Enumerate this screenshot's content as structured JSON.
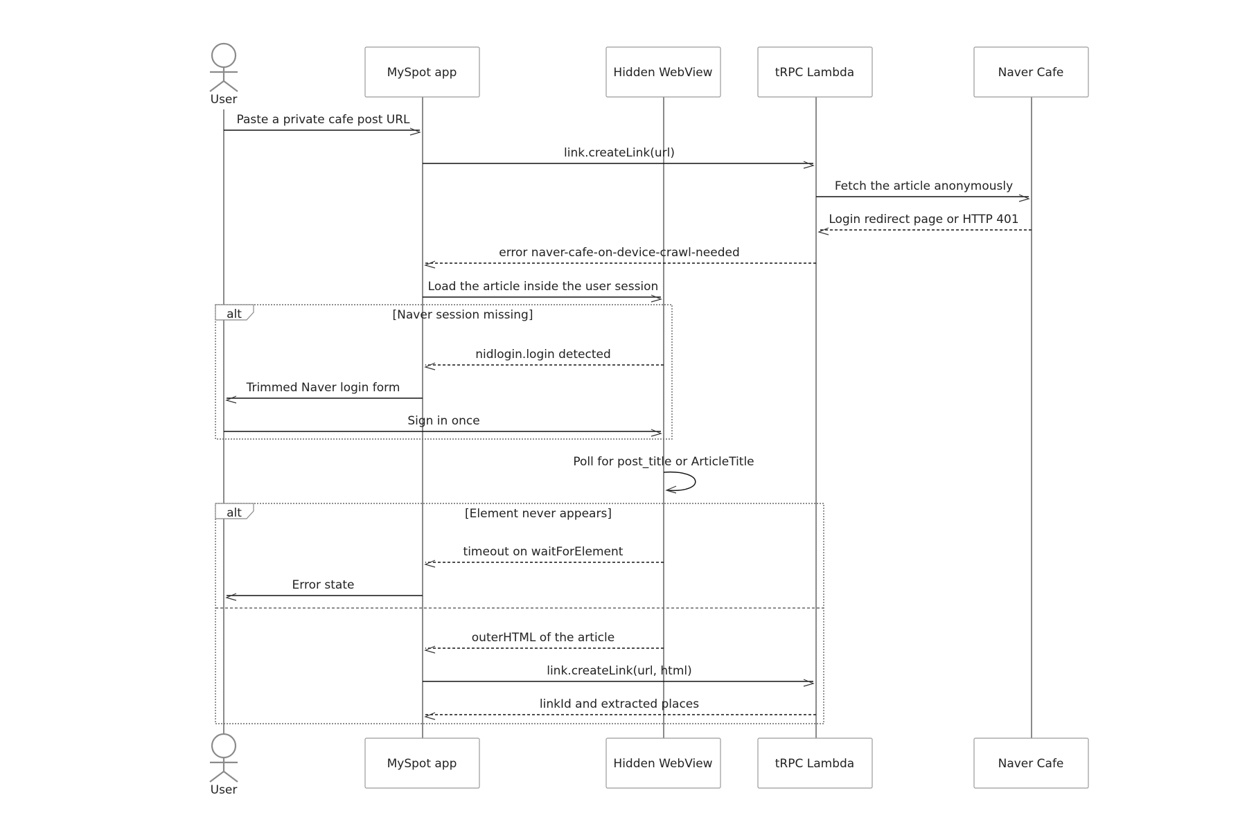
{
  "participants": {
    "user": "User",
    "app": "MySpot app",
    "webview": "Hidden WebView",
    "lambda": "tRPC Lambda",
    "cafe": "Naver Cafe"
  },
  "messages": [
    {
      "text": "Paste a private cafe post URL",
      "from": "user",
      "to": "app",
      "style": "solid"
    },
    {
      "text": "link.createLink(url)",
      "from": "app",
      "to": "lambda",
      "style": "solid"
    },
    {
      "text": "Fetch the article anonymously",
      "from": "lambda",
      "to": "cafe",
      "style": "solid"
    },
    {
      "text": "Login redirect page or HTTP 401",
      "from": "cafe",
      "to": "lambda",
      "style": "dashed"
    },
    {
      "text": "error naver-cafe-on-device-crawl-needed",
      "from": "lambda",
      "to": "app",
      "style": "dashed"
    },
    {
      "text": "Load the article inside the user session",
      "from": "app",
      "to": "webview",
      "style": "solid"
    },
    {
      "text": "nidlogin.login detected",
      "from": "webview",
      "to": "app",
      "style": "dashed"
    },
    {
      "text": "Trimmed Naver login form",
      "from": "app",
      "to": "user",
      "style": "solid"
    },
    {
      "text": "Sign in once",
      "from": "user",
      "to": "webview",
      "style": "solid"
    },
    {
      "text": "Poll for post_title or ArticleTitle",
      "from": "webview",
      "to": "webview",
      "style": "solid"
    },
    {
      "text": "timeout on waitForElement",
      "from": "webview",
      "to": "app",
      "style": "dashed"
    },
    {
      "text": "Error state",
      "from": "app",
      "to": "user",
      "style": "solid"
    },
    {
      "text": "outerHTML of the article",
      "from": "webview",
      "to": "app",
      "style": "dashed"
    },
    {
      "text": "link.createLink(url, html)",
      "from": "app",
      "to": "lambda",
      "style": "solid"
    },
    {
      "text": "linkId and extracted places",
      "from": "lambda",
      "to": "app",
      "style": "dashed"
    }
  ],
  "fragments": [
    {
      "operator": "alt",
      "condition": "[Naver session missing]"
    },
    {
      "operator": "alt",
      "condition": "[Element never appears]"
    }
  ]
}
